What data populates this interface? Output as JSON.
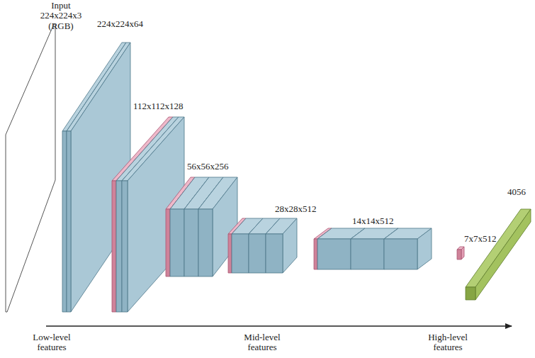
{
  "diagram": {
    "labels": [
      "Input 224x224x3 (RGB)",
      "224x224x64",
      "112x112x128",
      "56x56x256",
      "28x28x512",
      "14x14x512",
      "7x7x512",
      "4056",
      "Low-level features",
      "Mid-level features",
      "High-level features"
    ]
  }
}
